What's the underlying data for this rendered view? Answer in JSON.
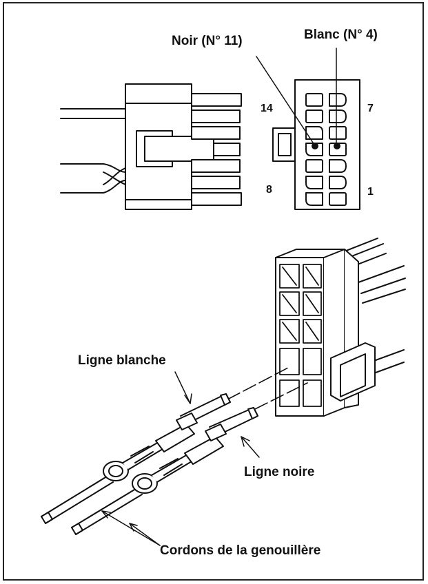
{
  "labels": {
    "black_top": "Noir (N° 11)",
    "white_top": "Blanc (N° 4)",
    "white_line": "Ligne blanche",
    "black_line": "Ligne noire",
    "cords": "Cordons de la genouillère"
  },
  "pins": {
    "p14": "14",
    "p7": "7",
    "p8": "8",
    "p1": "1"
  },
  "colors": {
    "ink": "#111111",
    "background": "#ffffff"
  }
}
